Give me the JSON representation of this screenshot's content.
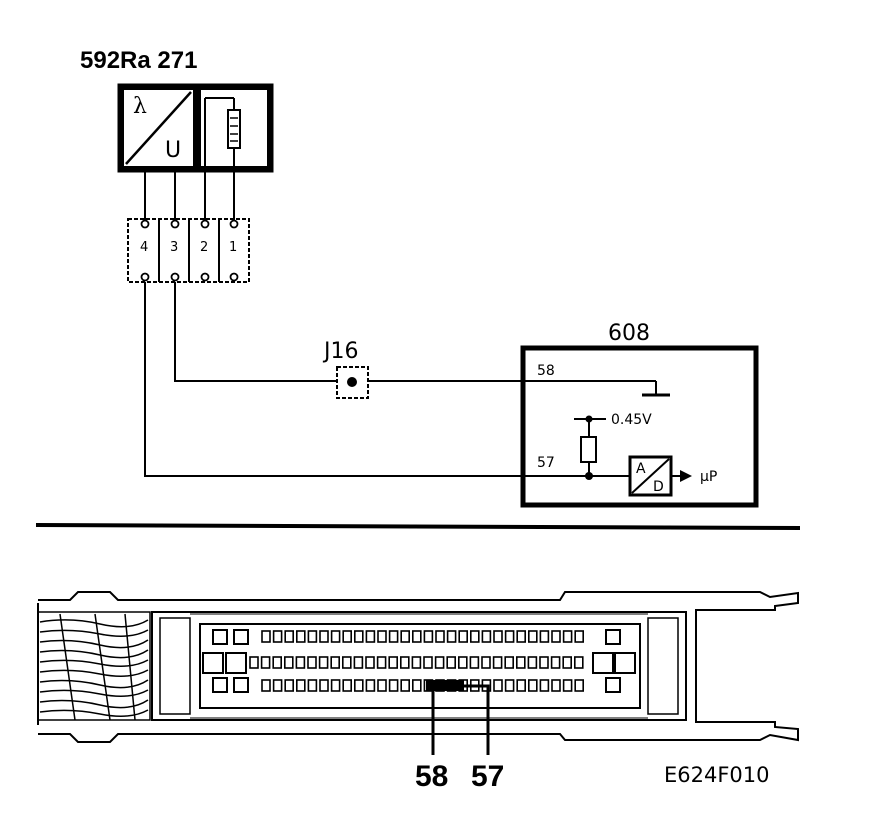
{
  "sensor": {
    "title": "592Ra 271",
    "lambda_symbol": "λ",
    "voltage_symbol": "U"
  },
  "connector": {
    "pins": [
      "4",
      "3",
      "2",
      "1"
    ]
  },
  "junction": {
    "label": "J16"
  },
  "ecu": {
    "label": "608",
    "pin_58": "58",
    "pin_57": "57",
    "reference_voltage": "0.45V",
    "adc_a": "A",
    "adc_d": "D",
    "output": "µP"
  },
  "plug_pins": {
    "left": "58",
    "right": "57"
  },
  "figure_code": "E624F010"
}
